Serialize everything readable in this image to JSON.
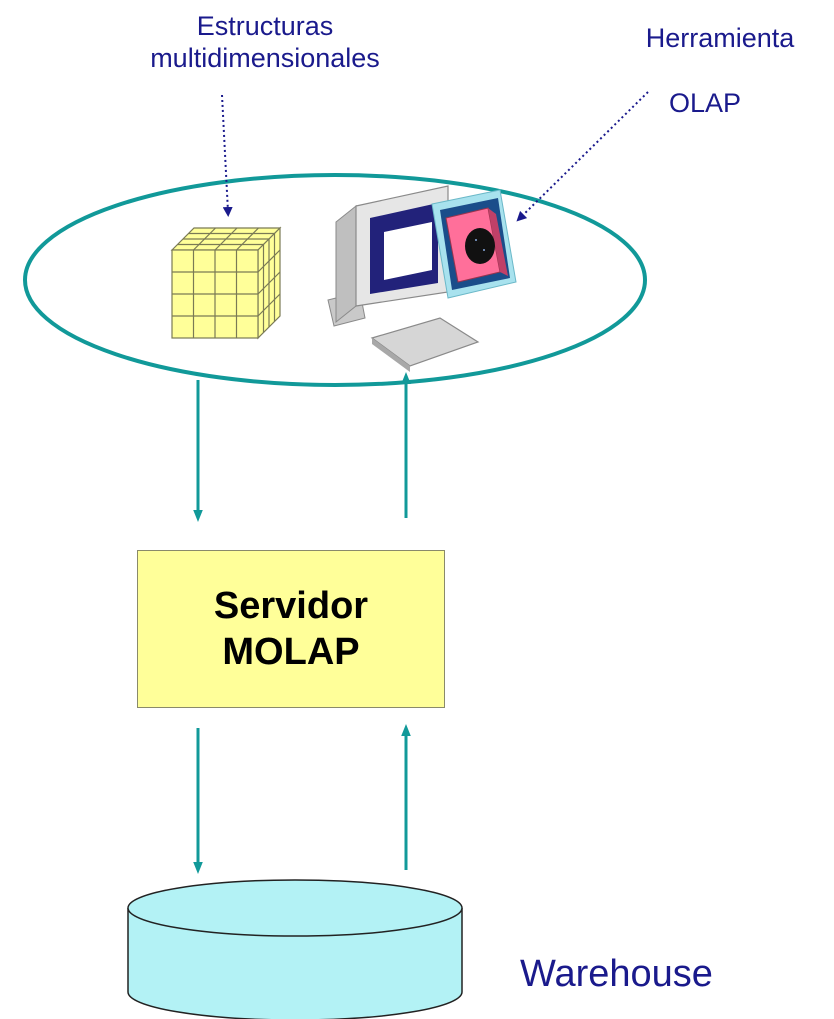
{
  "labels": {
    "structures_line1": "Estructuras",
    "structures_line2": "multidimensionales",
    "tool_line1": "Herramienta",
    "tool_line2": "OLAP",
    "server_line1": "Servidor",
    "server_line2": "MOLAP",
    "warehouse": "Warehouse"
  },
  "colors": {
    "label_text": "#1a1a8c",
    "flow_arrow": "#119999",
    "server_fill": "#ffff99",
    "cube_fill": "#ffff99",
    "database_fill": "#b3f2f5",
    "pointer": "#1a1a8c"
  },
  "icons": [
    "data-cube-icon",
    "olap-workstation-icon",
    "database-icon"
  ]
}
